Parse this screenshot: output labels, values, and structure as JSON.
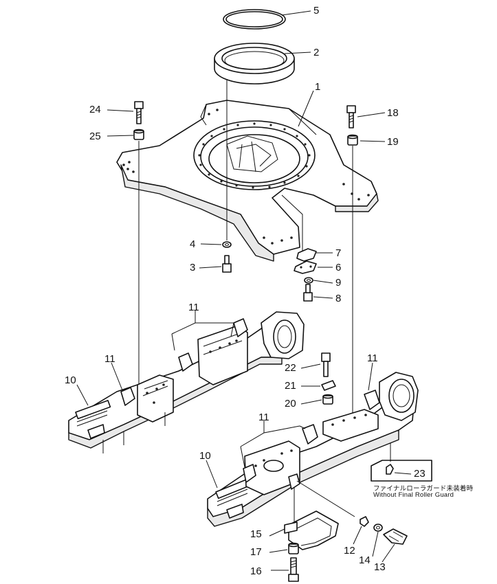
{
  "callouts": {
    "c1": "1",
    "c2": "2",
    "c3": "3",
    "c4": "4",
    "c5": "5",
    "c6": "6",
    "c7": "7",
    "c8": "8",
    "c9": "9",
    "c10a": "10",
    "c10b": "10",
    "c11a": "11",
    "c11b": "11",
    "c11c": "11",
    "c11d": "11",
    "c12": "12",
    "c13": "13",
    "c14": "14",
    "c15": "15",
    "c16": "16",
    "c17": "17",
    "c18": "18",
    "c19": "19",
    "c20": "20",
    "c21": "21",
    "c22": "22",
    "c23": "23",
    "c24": "24",
    "c25": "25"
  },
  "notes": {
    "jp": "ファイナルローラガード未装着時",
    "en": "Without Final Roller Guard"
  }
}
